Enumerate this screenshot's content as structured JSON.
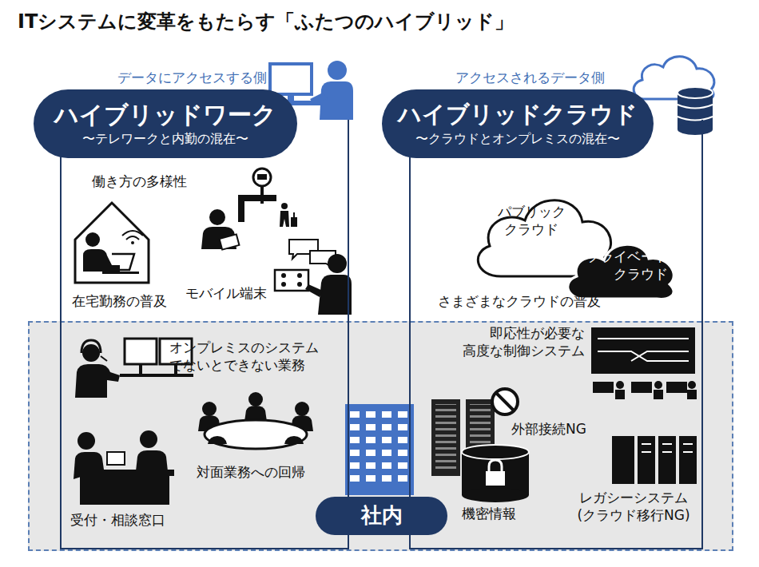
{
  "diagram": {
    "title": "ITシステムに変革をもたらす「ふたつのハイブリッド」",
    "nodes": [
      {
        "text": [
          "データにアクセスする側"
        ]
      },
      {
        "text": [
          "ハイブリッドワーク",
          "〜テレワークと内勤の混在〜"
        ],
        "in": 0
      },
      {
        "text": [
          "アクセスされるデータ側"
        ]
      },
      {
        "text": [
          "ハイブリッドクラウド",
          "〜クラウドとオンプレミスの混在〜"
        ],
        "in": 2
      },
      {
        "text": [
          "パブリック クラウド"
        ],
        "in": 2
      },
      {
        "text": [
          "プライベート クラウド"
        ],
        "in": 2
      },
      {
        "text": [
          "社内"
        ]
      }
    ],
    "labels": [
      "働き方の多様性",
      "在宅勤務の普及",
      "モバイル端末",
      "オンプレミスのシステム でないとできない業務",
      "受付・相談窓口",
      "対面業務への回帰",
      "さまざまなクラウドの普及",
      "即応性が必要な 高度な制御システム",
      "外部接続NG",
      "機密情報",
      "レガシーシステム (クラウド移行NG)"
    ]
  }
}
